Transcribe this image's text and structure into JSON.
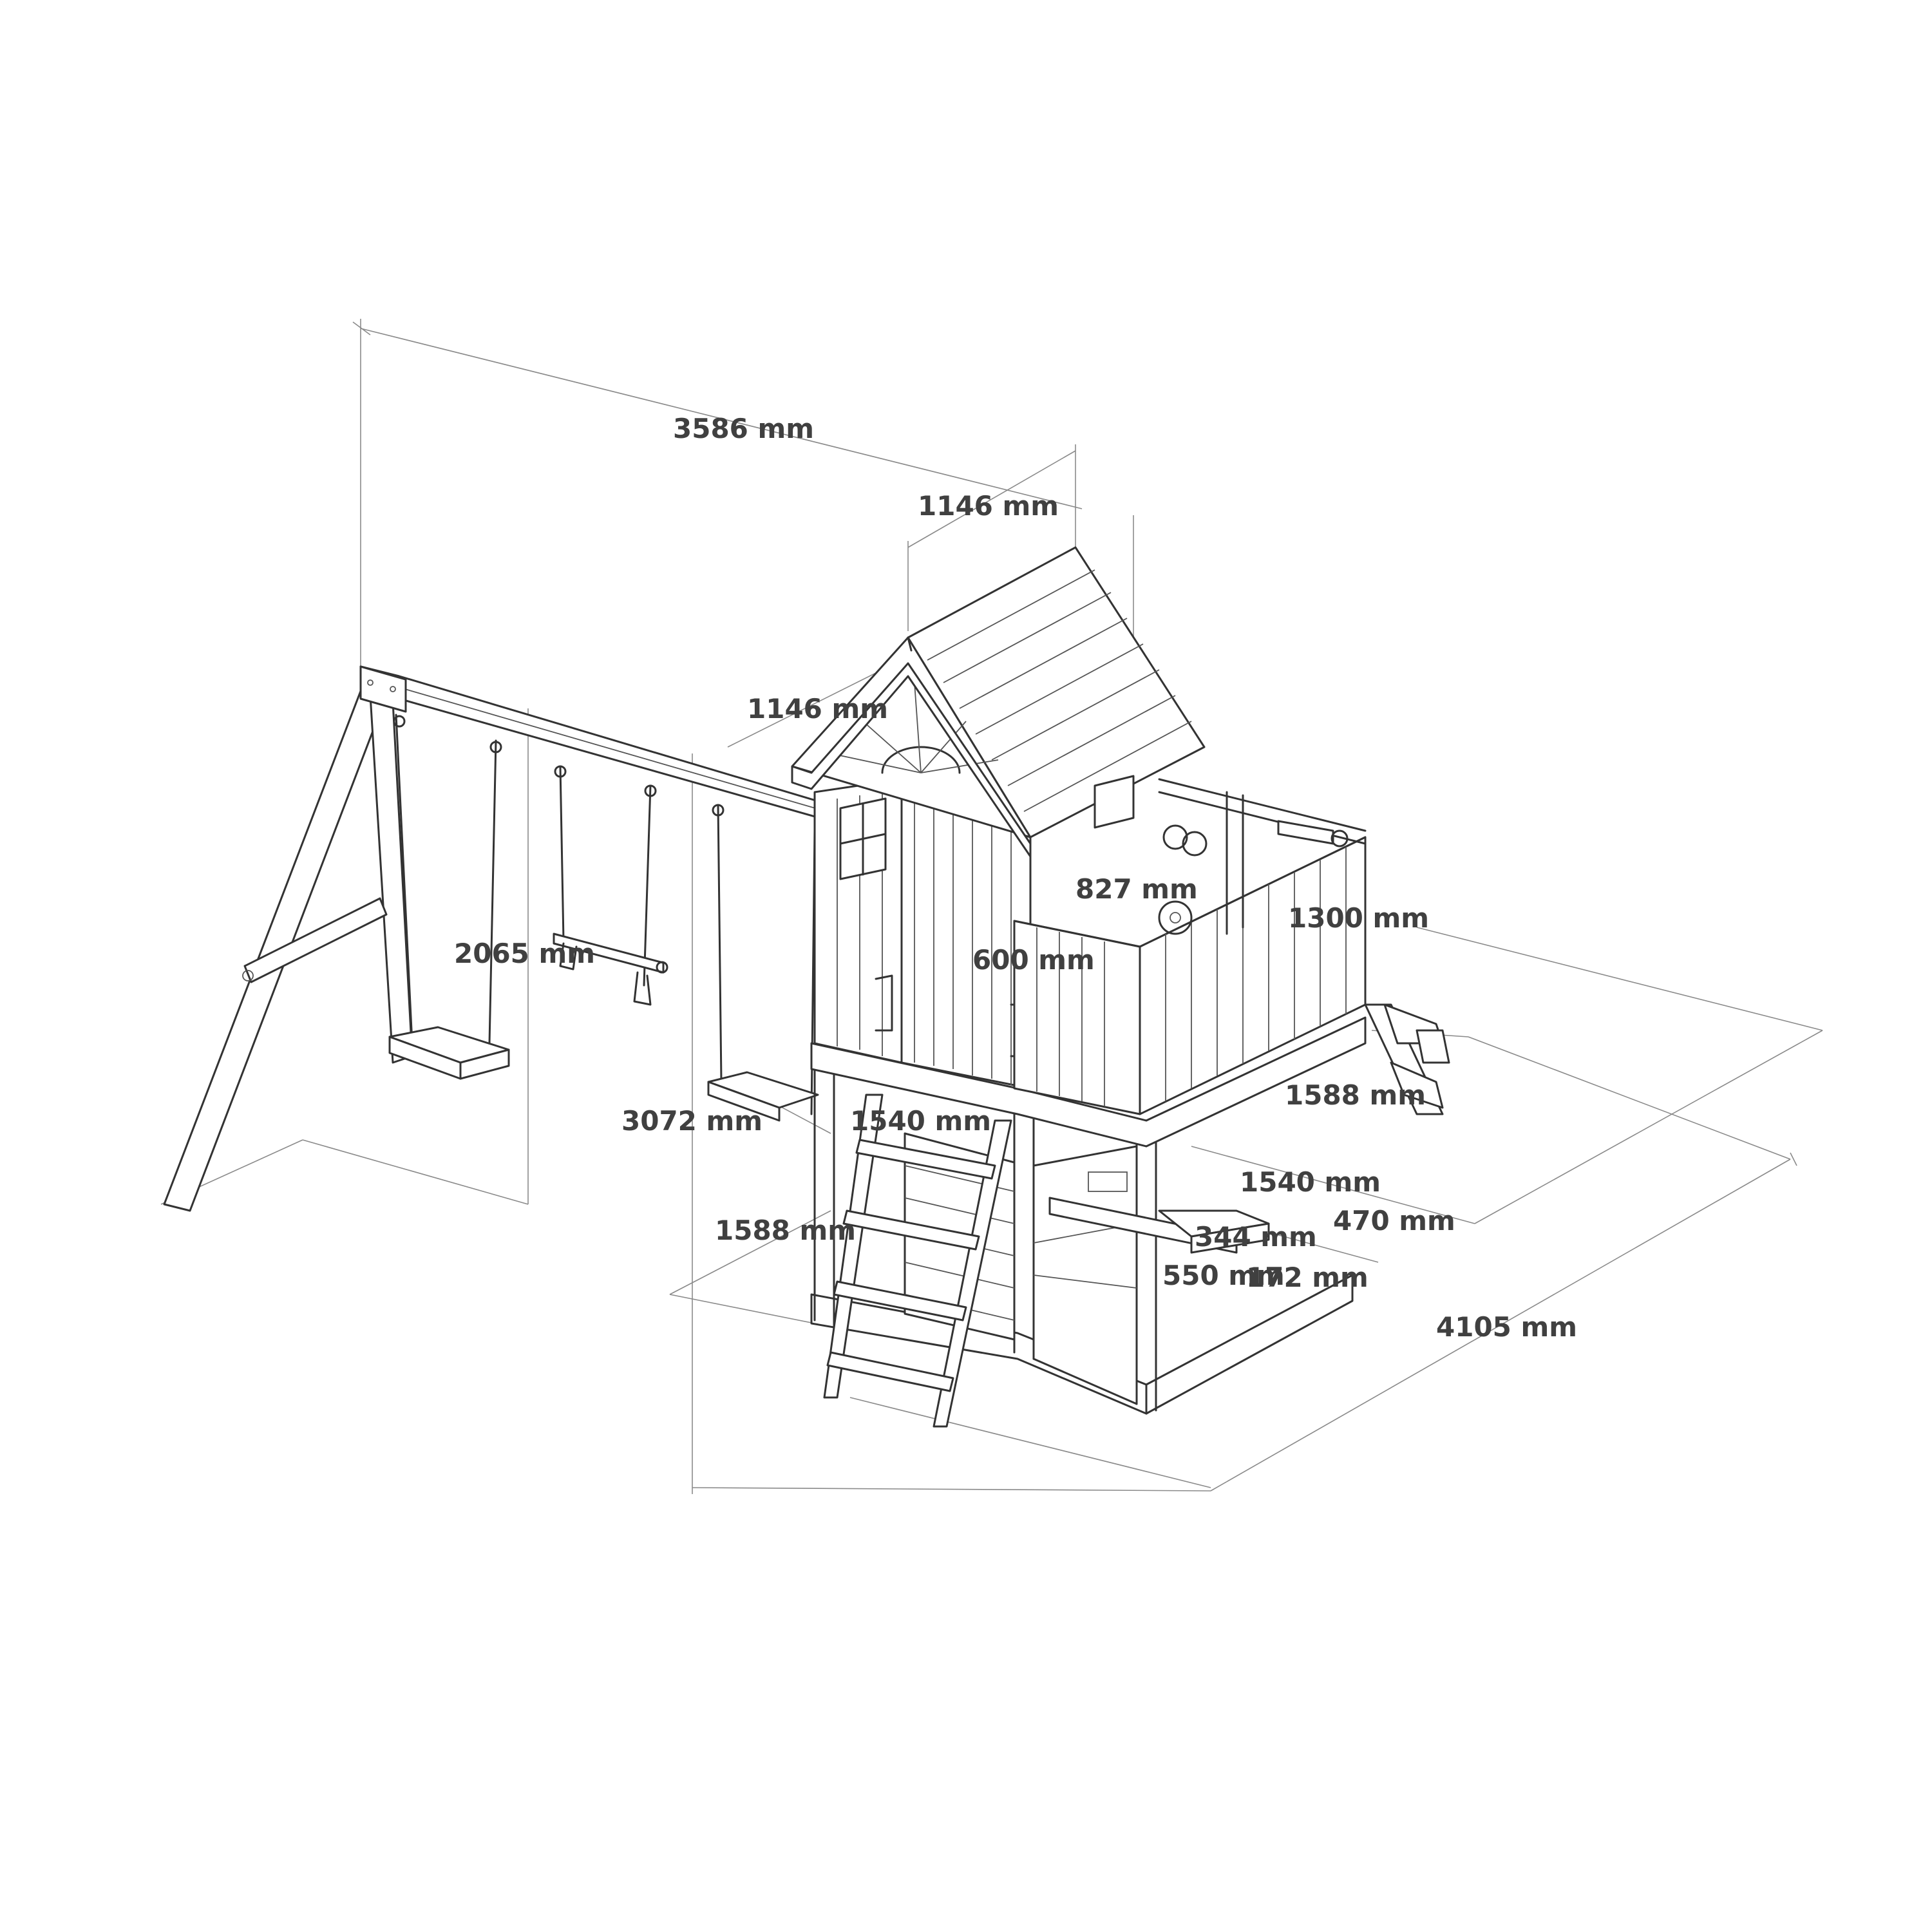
{
  "drawing": {
    "line_color": "#333333",
    "dimension_line_color": "#8a8a8a",
    "label_color": "#404040",
    "background": "#ffffff"
  },
  "dimensions": {
    "overall_length": "3586 mm",
    "roof_depth_top": "1146 mm",
    "roof_width_front": "1146 mm",
    "swing_height": "2065 mm",
    "overall_height": "3072 mm",
    "platform_width": "1540 mm",
    "platform_depth_left": "1588 mm",
    "ladder_width": "827 mm",
    "door_width": "600 mm",
    "side_height": "1300 mm",
    "platform_depth_right": "1588 mm",
    "platform_width_right": "1540 mm",
    "slide_offset": "470 mm",
    "bench_width": "344 mm",
    "bench_length": "550 mm",
    "bench_height": "172 mm",
    "overall_width": "4105 mm"
  }
}
